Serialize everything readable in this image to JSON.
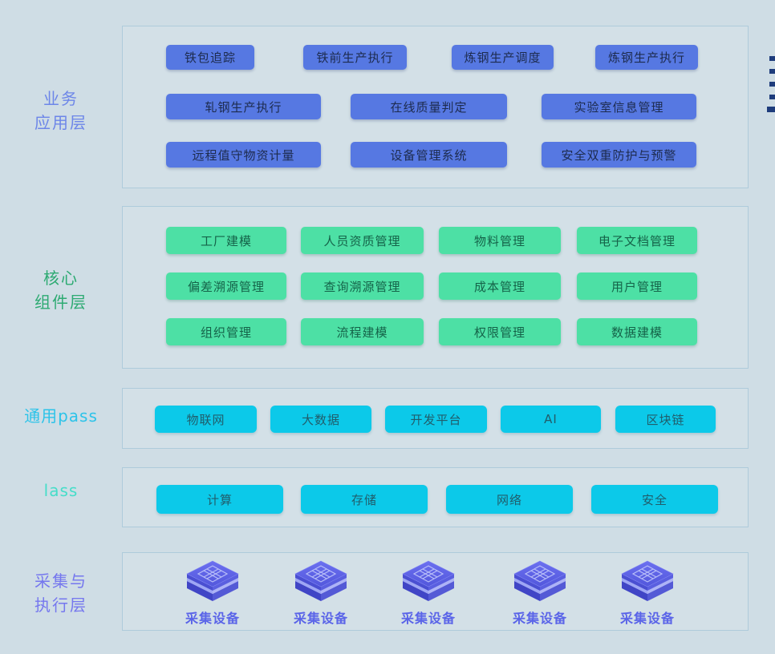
{
  "colors": {
    "page_bg": "#cfdde5",
    "panel_border": "#aecbdb",
    "business_button": "#5678e2",
    "business_button_text": "#1d2b4e",
    "business_label": "#6d86e8",
    "core_button": "#4de0a5",
    "core_button_text": "#156349",
    "core_label": "#2daa72",
    "paas_button": "#0cc9e9",
    "paas_button_text": "#215d6b",
    "paas_label": "#2cc3e9",
    "iaas_label": "#45ddc9",
    "device_label": "#7577ee",
    "device_text": "#5a64e8",
    "edge_mark": "#1e3c7c"
  },
  "business_layer": {
    "label_line1": "业务",
    "label_line2": "应用层",
    "row1": [
      "铁包追踪",
      "铁前生产执行",
      "炼钢生产调度",
      "炼钢生产执行"
    ],
    "row2": [
      "轧钢生产执行",
      "在线质量判定",
      "实验室信息管理"
    ],
    "row3": [
      "远程值守物资计量",
      "设备管理系统",
      "安全双重防护与预警"
    ]
  },
  "core_layer": {
    "label_line1": "核心",
    "label_line2": "组件层",
    "row1": [
      "工厂建模",
      "人员资质管理",
      "物料管理",
      "电子文档管理"
    ],
    "row2": [
      "偏差溯源管理",
      "查询溯源管理",
      "成本管理",
      "用户管理"
    ],
    "row3": [
      "组织管理",
      "流程建模",
      "权限管理",
      "数据建模"
    ]
  },
  "paas_layer": {
    "label": "通用pass",
    "items": [
      "物联网",
      "大数据",
      "开发平台",
      "AI",
      "区块链"
    ]
  },
  "iaas_layer": {
    "label": "lass",
    "items": [
      "计算",
      "存储",
      "网络",
      "安全"
    ]
  },
  "device_layer": {
    "label_line1": "采集与",
    "label_line2": "执行层",
    "items": [
      "采集设备",
      "采集设备",
      "采集设备",
      "采集设备",
      "采集设备"
    ]
  },
  "decor": {
    "right_edge_mark_count": 5
  }
}
